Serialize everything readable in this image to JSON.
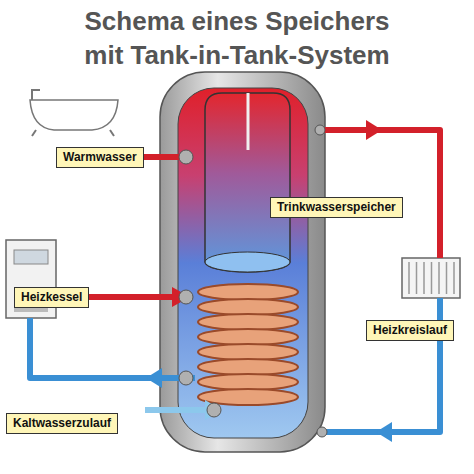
{
  "diagram": {
    "title": "Schema eines Speichers mit Tank-in-Tank-System",
    "nodes": [
      {
        "text": [
          "Warmwasser"
        ]
      },
      {
        "text": [
          "Trinkwasserspeicher"
        ]
      },
      {
        "text": [
          "Heizkessel"
        ]
      },
      {
        "text": [
          "Heizkreislauf"
        ]
      },
      {
        "text": [
          "Kaltwasserzulauf"
        ]
      }
    ]
  }
}
